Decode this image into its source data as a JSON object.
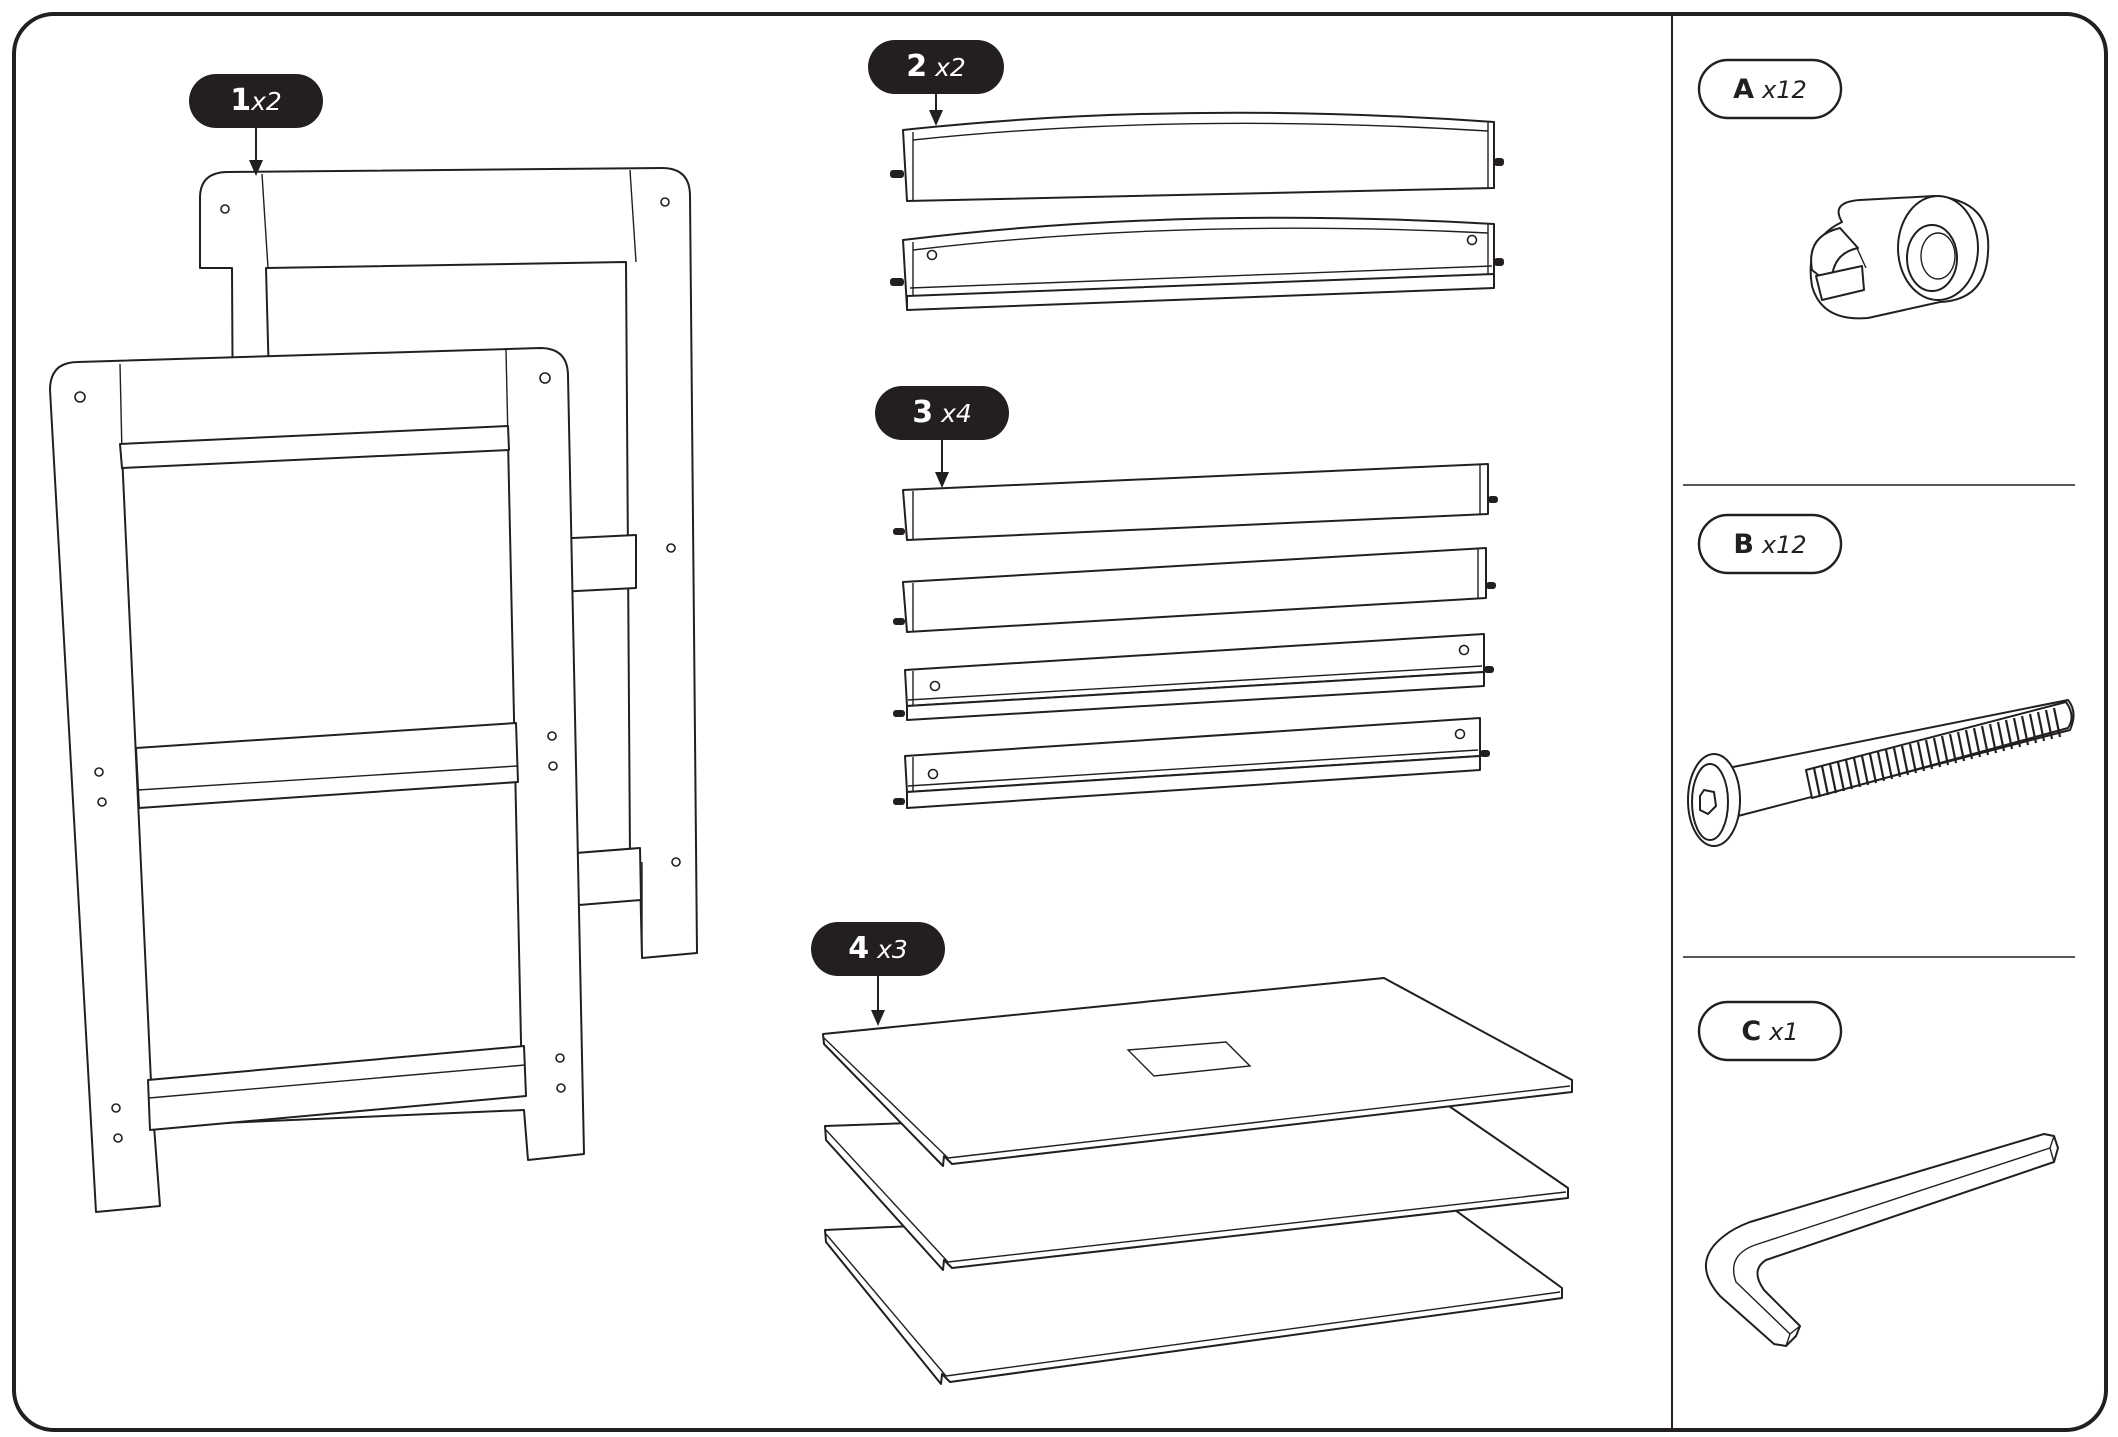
{
  "parts": [
    {
      "id": "part-1",
      "number": "1",
      "quantity": "x2",
      "description": "side-frame"
    },
    {
      "id": "part-2",
      "number": "2",
      "quantity": "x2",
      "description": "curved-rail"
    },
    {
      "id": "part-3",
      "number": "3",
      "quantity": "x4",
      "description": "straight-rail"
    },
    {
      "id": "part-4",
      "number": "4",
      "quantity": "x3",
      "description": "shelf-panel"
    }
  ],
  "hardware": [
    {
      "id": "hw-a",
      "letter": "A",
      "quantity": "x12",
      "description": "cam-lock-nut"
    },
    {
      "id": "hw-b",
      "letter": "B",
      "quantity": "x12",
      "description": "connector-bolt"
    },
    {
      "id": "hw-c",
      "letter": "C",
      "quantity": "x1",
      "description": "allen-key"
    }
  ],
  "colors": {
    "ink": "#231f20",
    "paper": "#ffffff",
    "badge": "#231f20"
  }
}
